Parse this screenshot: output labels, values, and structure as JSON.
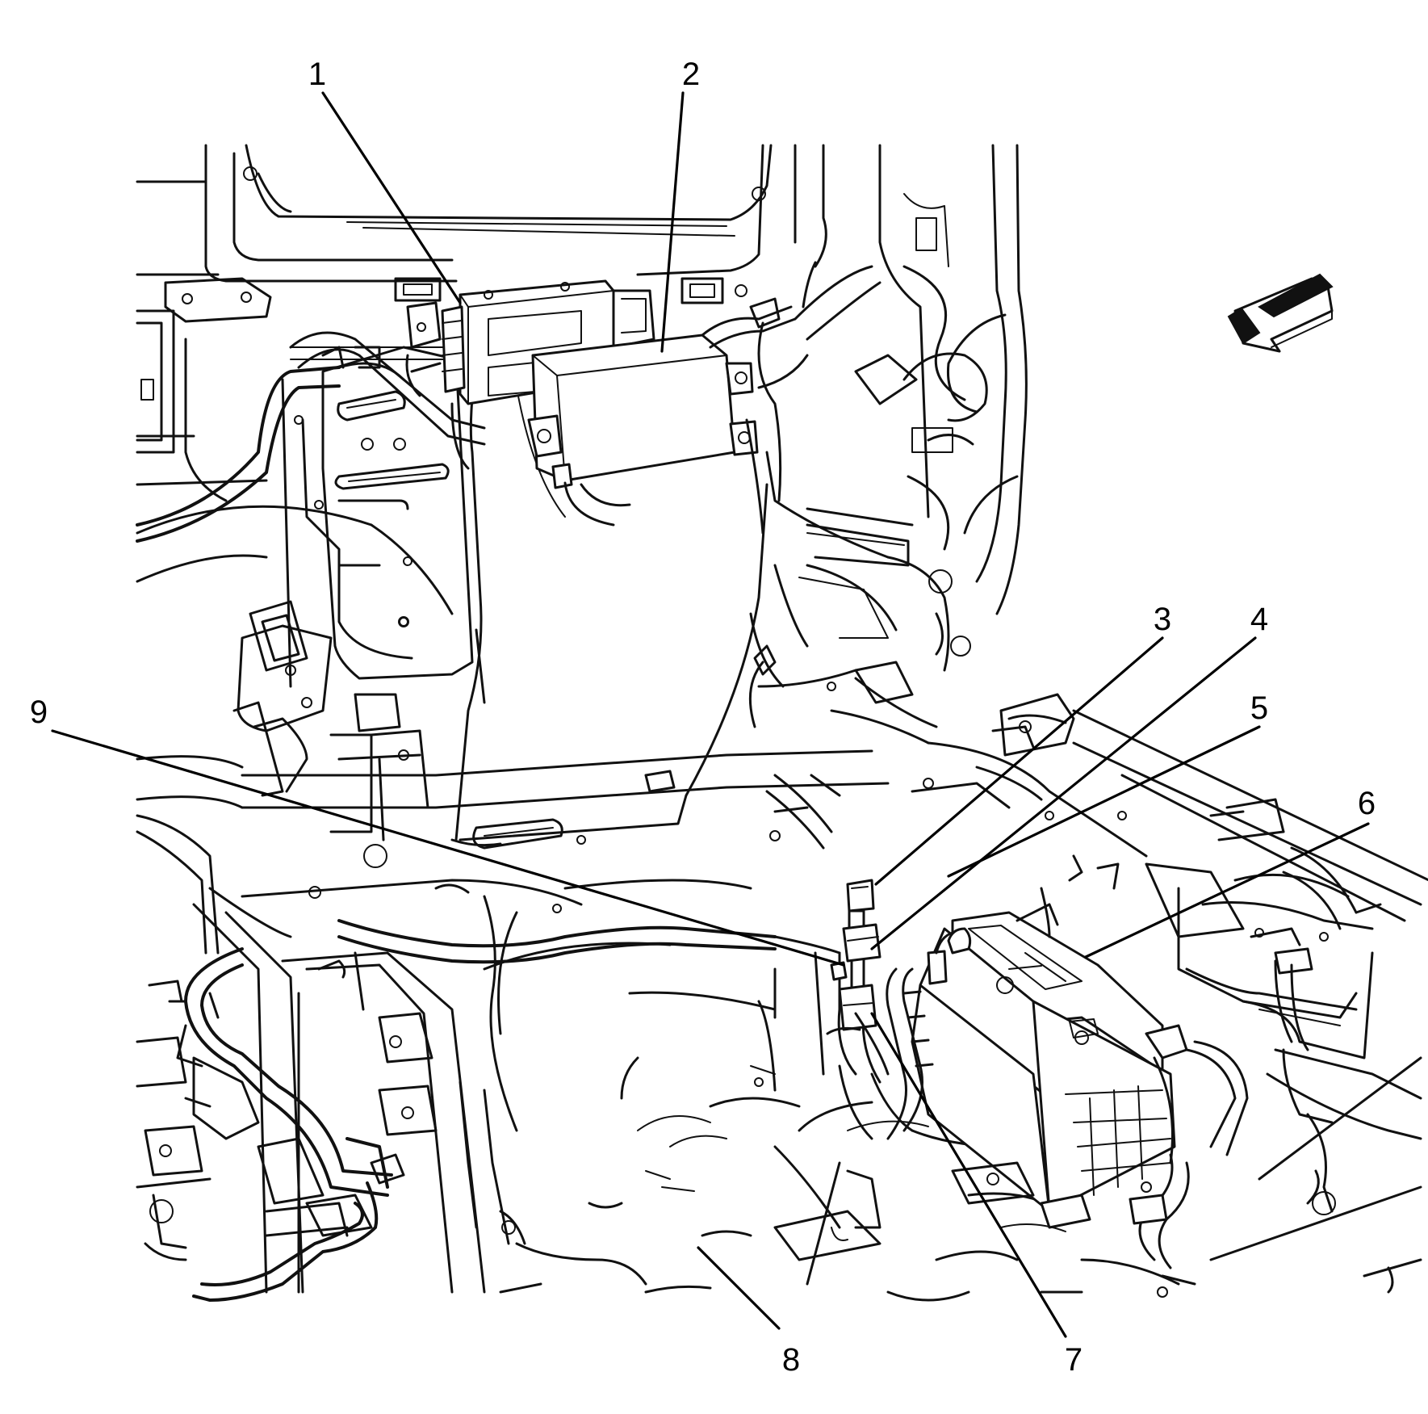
{
  "diagram": {
    "callouts": [
      {
        "id": "1",
        "label": "1"
      },
      {
        "id": "2",
        "label": "2"
      },
      {
        "id": "3",
        "label": "3"
      },
      {
        "id": "4",
        "label": "4"
      },
      {
        "id": "5",
        "label": "5"
      },
      {
        "id": "6",
        "label": "6"
      },
      {
        "id": "7",
        "label": "7"
      },
      {
        "id": "8",
        "label": "8"
      },
      {
        "id": "9",
        "label": "9"
      }
    ],
    "icons": {
      "direction_arrow": "forward-direction-arrow-icon"
    },
    "colors": {
      "line": "#111111",
      "background": "#ffffff"
    }
  }
}
